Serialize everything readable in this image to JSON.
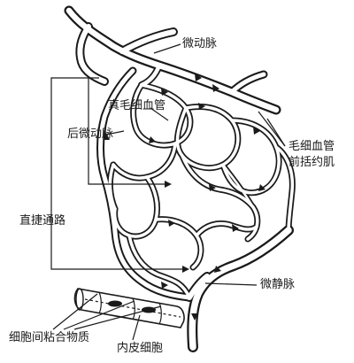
{
  "labels": {
    "arteriole": "微动脉",
    "true_capillary": "真毛细血管",
    "metarteriole": "后微动脉",
    "precapillary_sphincter_line1": "毛细血管",
    "precapillary_sphincter_line2": "前括约肌",
    "thoroughfare_channel": "直捷通路",
    "venule": "微静脉",
    "intercellular_cement": "细胞间粘合物质",
    "endothelial_cell": "内皮细胞"
  }
}
